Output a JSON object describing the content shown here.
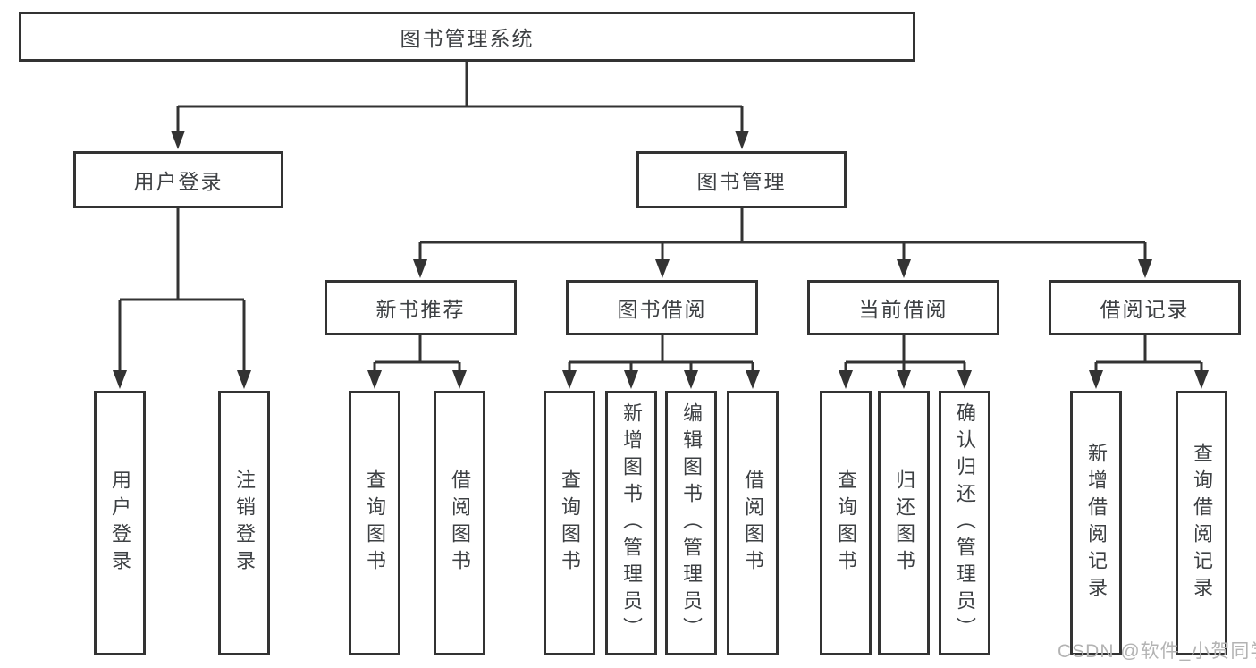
{
  "colors": {
    "line": "#333333",
    "text": "#3d4043",
    "background": "#ffffff",
    "watermark": "#b3b3b3"
  },
  "diagram": {
    "root": {
      "label": "图书管理系统"
    },
    "level2": [
      {
        "label": "用户登录",
        "parent": "图书管理系统"
      },
      {
        "label": "图书管理",
        "parent": "图书管理系统"
      }
    ],
    "level3": [
      {
        "label": "新书推荐",
        "parent": "图书管理"
      },
      {
        "label": "图书借阅",
        "parent": "图书管理"
      },
      {
        "label": "当前借阅",
        "parent": "图书管理"
      },
      {
        "label": "借阅记录",
        "parent": "图书管理"
      }
    ],
    "leaves": [
      {
        "label": "用户登录",
        "parent": "用户登录"
      },
      {
        "label": "注销登录",
        "parent": "用户登录"
      },
      {
        "label": "查询图书",
        "parent": "新书推荐"
      },
      {
        "label": "借阅图书",
        "parent": "新书推荐"
      },
      {
        "label": "查询图书",
        "parent": "图书借阅"
      },
      {
        "label": "新增图书（管理员）",
        "parent": "图书借阅"
      },
      {
        "label": "编辑图书（管理员）",
        "parent": "图书借阅"
      },
      {
        "label": "借阅图书",
        "parent": "图书借阅"
      },
      {
        "label": "查询图书",
        "parent": "当前借阅"
      },
      {
        "label": "归还图书",
        "parent": "当前借阅"
      },
      {
        "label": "确认归还（管理员）",
        "parent": "当前借阅"
      },
      {
        "label": "新增借阅记录",
        "parent": "借阅记录"
      },
      {
        "label": "查询借阅记录",
        "parent": "借阅记录"
      }
    ]
  },
  "watermark": {
    "text": "CSDN @软件_小贺同学"
  }
}
